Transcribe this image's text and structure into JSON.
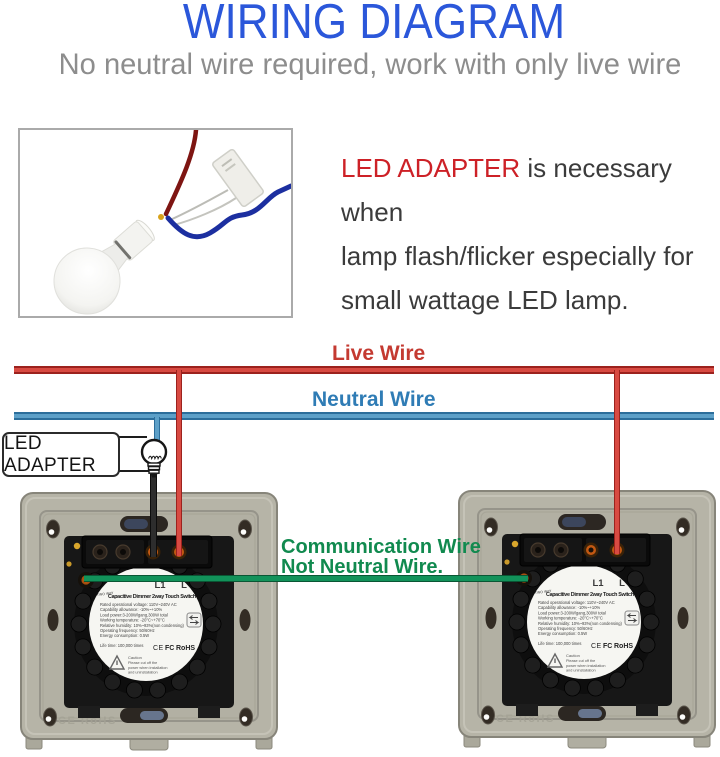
{
  "header": {
    "title": "WIRING DIAGRAM",
    "subtitle": "No neutral wire required, work with only live wire"
  },
  "adapter_note": {
    "highlight": "LED ADAPTER",
    "line1_rest": " is necessary when",
    "line2": "lamp flash/flicker especially for",
    "line3": "small wattage LED lamp."
  },
  "adapter_box": {
    "label": "LED ADAPTER"
  },
  "wires": {
    "live_label": "Live Wire",
    "neutral_label": "Neutral Wire",
    "comm_line1": "Communication Wire",
    "comm_line2": "Not Neutral Wire.",
    "colors": {
      "live": "#d84a42",
      "neutral": "#5da0c8",
      "communication": "#12925a",
      "lamp_wire": "#2d2d2d"
    }
  },
  "switch_label": {
    "terminal_l1": "L1",
    "terminal_l": "L",
    "brand_prefix": "TWO WAY",
    "title": "Capacitive Dimmer 2way Touch Switch",
    "specs": [
      "Rated operational voltage:  110V~240V  AC",
      "Capability allowance:  -10%~+10%",
      "Load power:3-200W/gang,300W total",
      "Working temperature:  -20°C~+70°C",
      "Relative humidity:  10%~93%(non condensing)",
      "Operating frequency:  50/60Hz",
      "Energy consumption:  0.5W"
    ],
    "life_time": "Life time:  100,000 times",
    "cert_ce": "CE",
    "cert_fcc": "FC",
    "cert_rohs": "RoHS",
    "caution_title": "Caution",
    "caution_lines": [
      "Please cut off the",
      "power when installation",
      "and uninstallation"
    ],
    "embossed": "CE RoHS"
  },
  "theme": {
    "title_blue": "#2b57da",
    "accent_red": "#cd2127",
    "live_label_red": "#c43a31",
    "neutral_label_blue": "#2f7cb5",
    "comm_label_green": "#118a4f",
    "plate_gray": "#b6b4a7"
  }
}
